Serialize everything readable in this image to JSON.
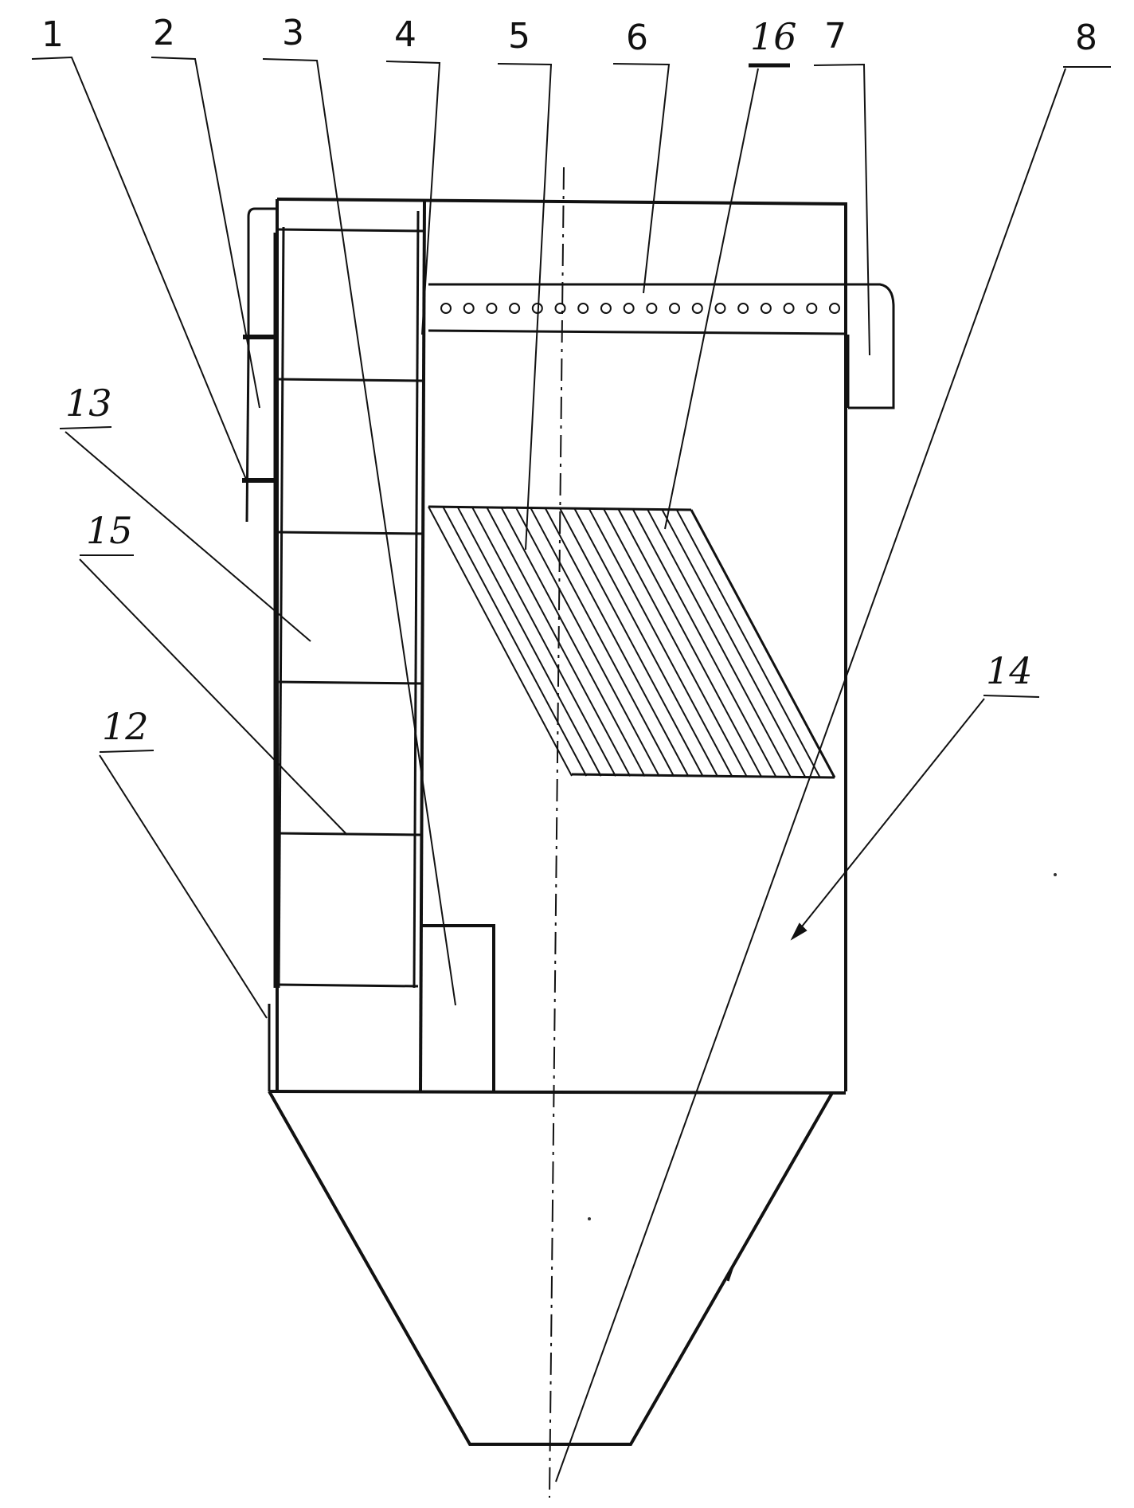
{
  "figure": {
    "labels": [
      "1",
      "2",
      "3",
      "4",
      "5",
      "6",
      "16",
      "7",
      "8",
      "13",
      "15",
      "12",
      "14"
    ]
  }
}
